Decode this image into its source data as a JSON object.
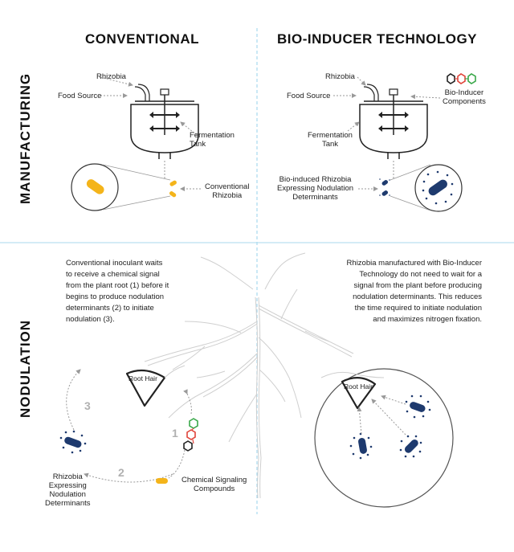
{
  "headers": {
    "left": "CONVENTIONAL",
    "right": "BIO-INDUCER TECHNOLOGY"
  },
  "rows": {
    "top": "MANUFACTURING",
    "bottom": "NODULATION"
  },
  "manufacturing": {
    "left": {
      "rhizobia": "Rhizobia",
      "food_source": "Food Source",
      "tank_line1": "Fermentation",
      "tank_line2": "Tank",
      "product_line1": "Conventional",
      "product_line2": "Rhizobia"
    },
    "right": {
      "rhizobia": "Rhizobia",
      "food_source": "Food Source",
      "components_line1": "Bio-Inducer",
      "components_line2": "Components",
      "tank_line1": "Fermentation",
      "tank_line2": "Tank",
      "product_line1": "Bio-induced Rhizobia",
      "product_line2": "Expressing Nodulation",
      "product_line3": "Determinants"
    }
  },
  "nodulation": {
    "left": {
      "text": [
        "Conventional inoculant waits",
        "to receive a chemical signal",
        "from the plant root (1) before it",
        "begins to produce nodulation",
        "determinants (2) to initiate",
        "nodulation (3)."
      ],
      "root_hair": "Root Hair",
      "step1": "1",
      "step2": "2",
      "step3": "3",
      "chemical_line1": "Chemical Signaling",
      "chemical_line2": "Compounds",
      "rhizobia_lines": [
        "Rhizobia",
        "Expressing",
        "Nodulation",
        "Determinants"
      ]
    },
    "right": {
      "text": [
        "Rhizobia manufactured with Bio-Inducer",
        "Technology do not need to wait for a",
        "signal from the plant before producing",
        "nodulation determinants. This reduces",
        "the time required to initiate nodulation",
        "and maximizes nitrogen fixation."
      ],
      "root_hair": "Root Hair"
    }
  },
  "colors": {
    "yellow": "#f4b41a",
    "navy": "#1e3a6e",
    "divider": "#a8d8ee",
    "gray_arrow": "#999999"
  }
}
